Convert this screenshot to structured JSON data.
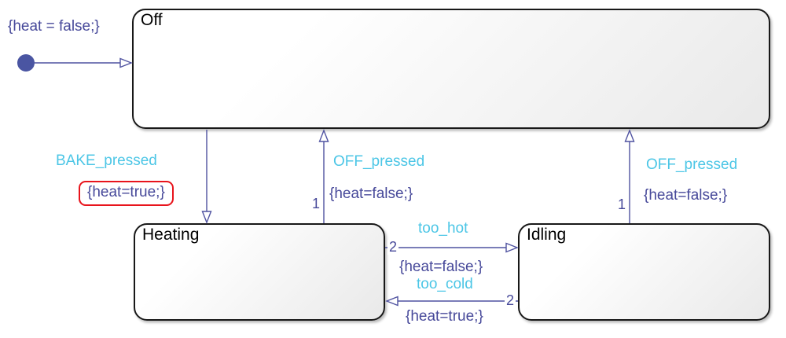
{
  "diagram": {
    "type": "state-machine-chart",
    "states": [
      {
        "id": "off",
        "name": "Off"
      },
      {
        "id": "heating",
        "name": "Heating"
      },
      {
        "id": "idling",
        "name": "Idling"
      }
    ],
    "default_transition": {
      "to": "Off",
      "action": "{heat = false;}"
    },
    "transitions": [
      {
        "from": "Off",
        "to": "Heating",
        "event": "BAKE_pressed",
        "action": "{heat=true;}",
        "order": "",
        "highlighted": true
      },
      {
        "from": "Heating",
        "to": "Off",
        "event": "OFF_pressed",
        "action": "{heat=false;}",
        "order": "1",
        "highlighted": false
      },
      {
        "from": "Idling",
        "to": "Off",
        "event": "OFF_pressed",
        "action": "{heat=false;}",
        "order": "1",
        "highlighted": false
      },
      {
        "from": "Heating",
        "to": "Idling",
        "event": "too_hot",
        "action": "{heat=false;}",
        "order": "2",
        "highlighted": false
      },
      {
        "from": "Idling",
        "to": "Heating",
        "event": "too_cold",
        "action": "{heat=true;}",
        "order": "2",
        "highlighted": false
      }
    ]
  },
  "colors": {
    "background": "#FFFFFF",
    "event_text": "#4CC6E6",
    "action_text": "#47499A",
    "transition_line": "#4F52A0",
    "initial_dot": "#4A55A2",
    "highlight_red": "#E8141C",
    "state_border": "#181818",
    "state_fill_top": "#FFFFFF",
    "state_fill_bottom": "#E9E9E9",
    "state_name_text": "#000000"
  }
}
